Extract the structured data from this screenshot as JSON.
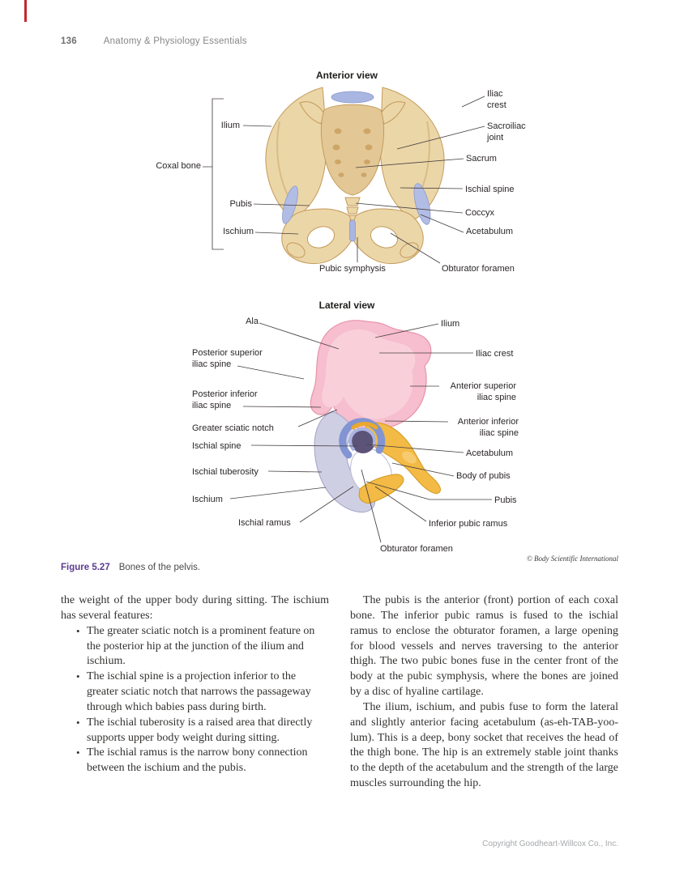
{
  "header": {
    "page_number": "136",
    "book_title": "Anatomy & Physiology Essentials"
  },
  "figure": {
    "anterior": {
      "title": "Anterior view",
      "labels": [
        "Ilium",
        "Coxal bone",
        "Pubis",
        "Ischium",
        "Iliac crest",
        "Sacroiliac joint",
        "Sacrum",
        "Ischial spine",
        "Coccyx",
        "Acetabulum",
        "Pubic symphysis",
        "Obturator foramen"
      ]
    },
    "lateral": {
      "title": "Lateral view",
      "labels": [
        "Ala",
        "Posterior superior iliac spine",
        "Posterior inferior iliac spine",
        "Greater sciatic notch",
        "Ischial spine",
        "Ischial tuberosity",
        "Ischium",
        "Ischial ramus",
        "Obturator foramen",
        "Ilium",
        "Iliac crest",
        "Anterior superior iliac spine",
        "Anterior inferior iliac spine",
        "Acetabulum",
        "Body of pubis",
        "Pubis",
        "Inferior pubic ramus"
      ]
    },
    "credit": "© Body Scientific International",
    "caption": {
      "label": "Figure 5.27",
      "text": "Bones of the pelvis."
    }
  },
  "article": {
    "left_column": {
      "intro": "the weight of the upper body during sitting. The ischium has several features:",
      "bullets": [
        "The greater sciatic notch is a prominent feature on the posterior hip at the junction of the ilium and ischium.",
        "The ischial spine is a projection inferior to the greater sciatic notch that narrows the passageway through which babies pass during birth.",
        "The ischial tuberosity is a raised area that directly supports upper body weight during sitting.",
        "The ischial ramus is the narrow bony connection between the ischium and the pubis."
      ]
    },
    "right_column": {
      "paragraphs": [
        "The pubis is the anterior (front) portion of each coxal bone. The inferior pubic ramus is fused to the ischial ramus to enclose the obturator foramen, a large opening for blood vessels and nerves traversing to the anterior thigh. The two pubic bones fuse in the center front of the body at the pubic symphysis, where the bones are joined by a disc of hyaline cartilage.",
        "The ilium, ischium, and pubis fuse to form the lateral and slightly anterior facing acetabulum (as-eh-TAB-yoo-lum). This is a deep, bony socket that receives the head of the thigh bone. The hip is an extremely stable joint thanks to the depth of the acetabulum and the strength of the large muscles surrounding the hip."
      ]
    }
  },
  "footer": {
    "copyright": "Copyright Goodheart-Willcox Co., Inc."
  },
  "colors": {
    "caption_accent": "#5b3d8f",
    "tab_red": "#c4262e",
    "bone": "#ebd6a8",
    "ilium_pink": "#f6bece",
    "ischium_lavender": "#cfcfe4",
    "pubis_gold": "#f3ba45",
    "ligament_blue": "#a9b6e1"
  }
}
